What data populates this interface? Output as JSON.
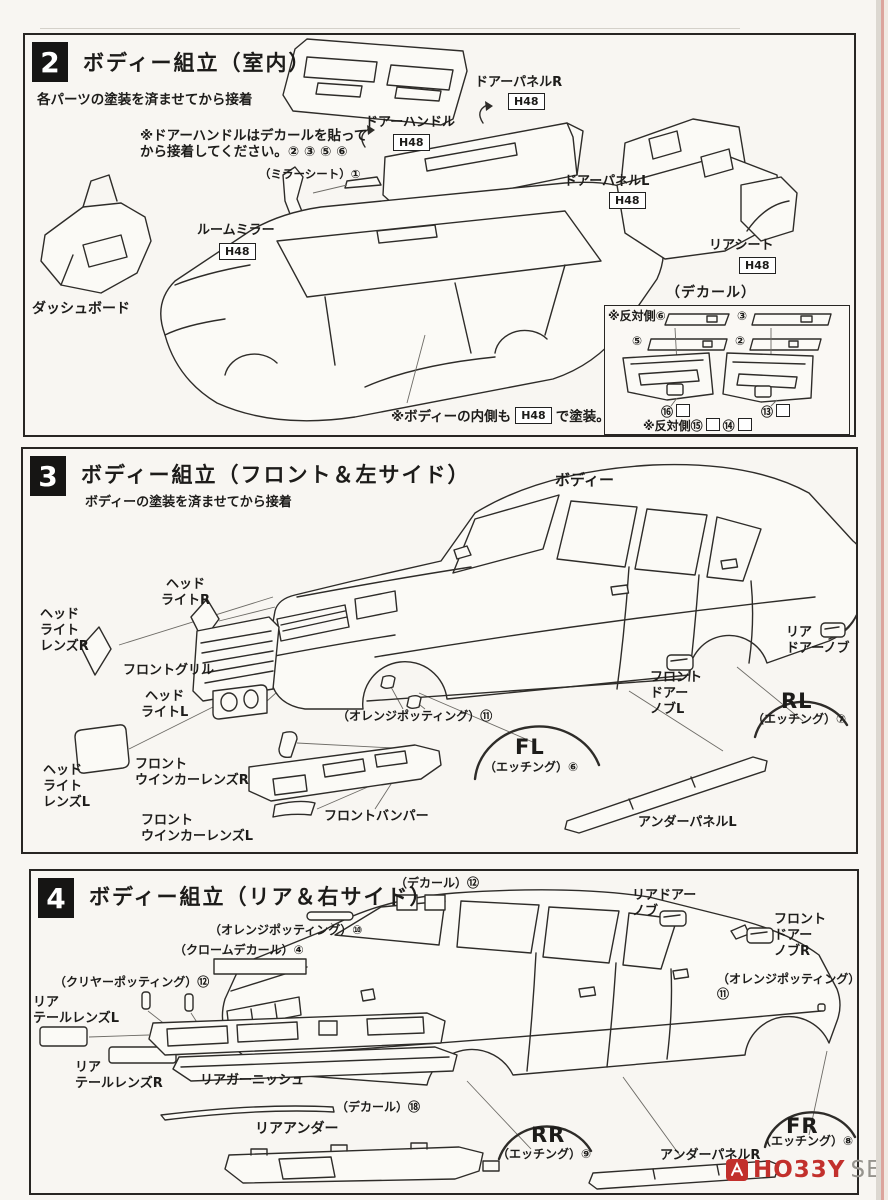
{
  "paint": "H48",
  "watermark": {
    "hobby": "HO33Y",
    "search": "SEARCH"
  },
  "step2": {
    "num": "2",
    "title": "ボディー組立（室内）",
    "subtitle": "各パーツの塗装を済ませてから接着",
    "handle_note": "※ドアーハンドルはデカールを貼って\nから接着してください。② ③ ⑤ ⑥",
    "mirror_sheet": "（ミラーシート）①",
    "door_handle": "ドアーハンドル",
    "door_panel_r": "ドアーパネルR",
    "door_panel_l": "ドアーパネルL",
    "rear_seat": "リアシート",
    "room_mirror": "ルームミラー",
    "dashboard": "ダッシュボード",
    "decal": {
      "title": "（デカール）",
      "r1a": "※反対側⑥",
      "r1b": "③",
      "r2a": "⑤",
      "r2b": "②",
      "n16": "⑯",
      "n13": "⑬",
      "nb_a": "※反対側⑮",
      "nb_b": "⑭"
    },
    "body_note_a": "※ボディーの内側も",
    "body_note_b": "で塗装。"
  },
  "step3": {
    "num": "3",
    "title": "ボディー組立（フロント＆左サイド）",
    "subtitle": "ボディーの塗装を済ませてから接着",
    "body": "ボディー",
    "headlight_r": "ヘッド\nライトR",
    "headlight_lens_r": "ヘッド\nライト\nレンズR",
    "front_grill": "フロントグリル",
    "headlight_l": "ヘッド\nライトL",
    "headlight_lens_l": "ヘッド\nライト\nレンズL",
    "winker_r": "フロント\nウインカーレンズR",
    "winker_l": "フロント\nウインカーレンズL",
    "bumper": "フロントバンパー",
    "orange11": "（オレンジポッティング）⑪",
    "fl": "FL",
    "fl_etch": "（エッチング）⑥",
    "door_knob_l": "フロント\nドアー\nノブL",
    "rear_knob": "リア\nドアーノブ",
    "rl": "RL",
    "rl_etch": "（エッチング）⑦",
    "under_l": "アンダーパネルL"
  },
  "step4": {
    "num": "4",
    "title": "ボディー組立（リア＆右サイド）",
    "decal12": "（デカール）⑫",
    "orange10": "（オレンジポッティング）⑩",
    "chrome4": "（クロームデカール）④",
    "clear12": "（クリヤーポッティング）⑫",
    "tail_l": "リア\nテールレンズL",
    "tail_r": "リア\nテールレンズR",
    "garnish": "リアガーニッシュ",
    "rear_knob": "リアドアー\nノブ",
    "front_knob_r": "フロント\nドアー\nノブR",
    "orange11": "（オレンジポッティング）⑪",
    "decal18": "（デカール）⑱",
    "rear_under": "リアアンダー",
    "rr": "RR",
    "rr_etch": "（エッチング）⑨",
    "under_r": "アンダーパネルR",
    "fr": "FR",
    "fr_etch": "（エッチング）⑧"
  }
}
